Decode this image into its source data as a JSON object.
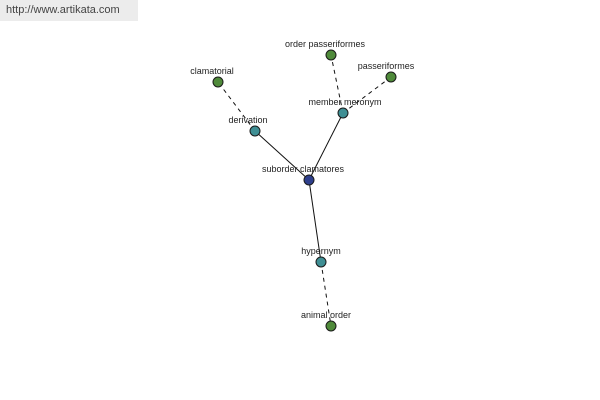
{
  "watermark": "http://www.artikata.com",
  "colors": {
    "leaf": "#4f8a3a",
    "relation": "#3f8f94",
    "center": "#2e3f8c"
  },
  "nodes": [
    {
      "id": "center",
      "label": "suborder clamatores",
      "kind": "center"
    },
    {
      "id": "derivation",
      "label": "derivation",
      "kind": "relation"
    },
    {
      "id": "clamatorial",
      "label": "clamatorial",
      "kind": "leaf"
    },
    {
      "id": "member-meronym",
      "label": "member meronym",
      "kind": "relation"
    },
    {
      "id": "order-passeriformes",
      "label": "order passeriformes",
      "kind": "leaf"
    },
    {
      "id": "passeriformes",
      "label": "passeriformes",
      "kind": "leaf"
    },
    {
      "id": "hypernym",
      "label": "hypernym",
      "kind": "relation"
    },
    {
      "id": "animal-order",
      "label": "animal order",
      "kind": "leaf"
    }
  ],
  "edges": [
    {
      "from": "center",
      "to": "derivation",
      "style": "solid"
    },
    {
      "from": "center",
      "to": "member-meronym",
      "style": "solid"
    },
    {
      "from": "center",
      "to": "hypernym",
      "style": "solid"
    },
    {
      "from": "derivation",
      "to": "clamatorial",
      "style": "dashed"
    },
    {
      "from": "member-meronym",
      "to": "order-passeriformes",
      "style": "dashed"
    },
    {
      "from": "member-meronym",
      "to": "passeriformes",
      "style": "dashed"
    },
    {
      "from": "hypernym",
      "to": "animal-order",
      "style": "dashed"
    }
  ]
}
